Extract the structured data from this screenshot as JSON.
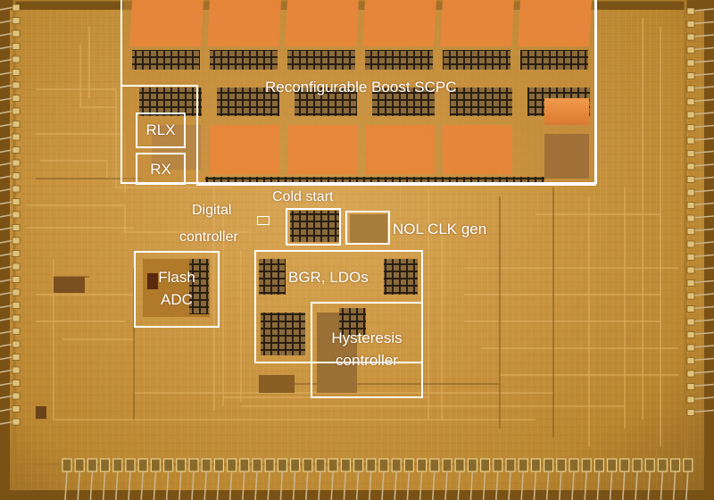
{
  "figure": {
    "kind": "annotated die micrograph",
    "colors": {
      "annotation": "#ffffff",
      "substrate": "#c99440",
      "capacitor": "#e8863a",
      "bondwire": "#c9b48a"
    }
  },
  "blocks": {
    "scpc": {
      "label": "Reconfigurable Boost SCPC"
    },
    "rlx": {
      "label": "RLX"
    },
    "rx": {
      "label": "RX"
    },
    "cold_start": {
      "label": "Cold start"
    },
    "digital_controller": {
      "label_line1": "Digital",
      "label_line2": "controller"
    },
    "nol_clk": {
      "label": "NOL CLK gen"
    },
    "flash_adc": {
      "label_line1": "Flash",
      "label_line2": "ADC"
    },
    "bgr_ldo": {
      "label": "BGR, LDOs"
    },
    "hysteresis": {
      "label_line1": "Hysteresis",
      "label_line2": "controller"
    }
  }
}
